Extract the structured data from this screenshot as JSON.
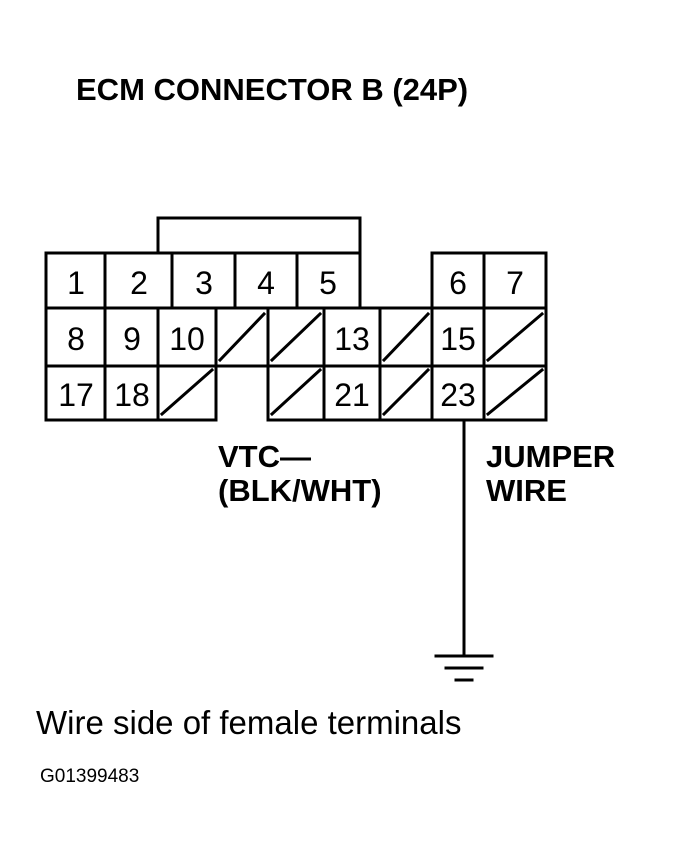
{
  "title": "ECM CONNECTOR B (24P)",
  "connector": {
    "pins": [
      {
        "number": "1"
      },
      {
        "number": "2"
      },
      {
        "number": "3"
      },
      {
        "number": "4"
      },
      {
        "number": "5"
      },
      {
        "number": "6"
      },
      {
        "number": "7"
      },
      {
        "number": "8"
      },
      {
        "number": "9"
      },
      {
        "number": "10"
      },
      {
        "number": "13"
      },
      {
        "number": "15"
      },
      {
        "number": "17"
      },
      {
        "number": "18"
      },
      {
        "number": "21"
      },
      {
        "number": "23"
      }
    ]
  },
  "labels": {
    "vtc_line1": "VTC—",
    "vtc_line2": "(BLK/WHT)",
    "jumper_line1": "JUMPER",
    "jumper_line2": "WIRE"
  },
  "caption": "Wire side of female terminals",
  "figure_id": "G01399483"
}
